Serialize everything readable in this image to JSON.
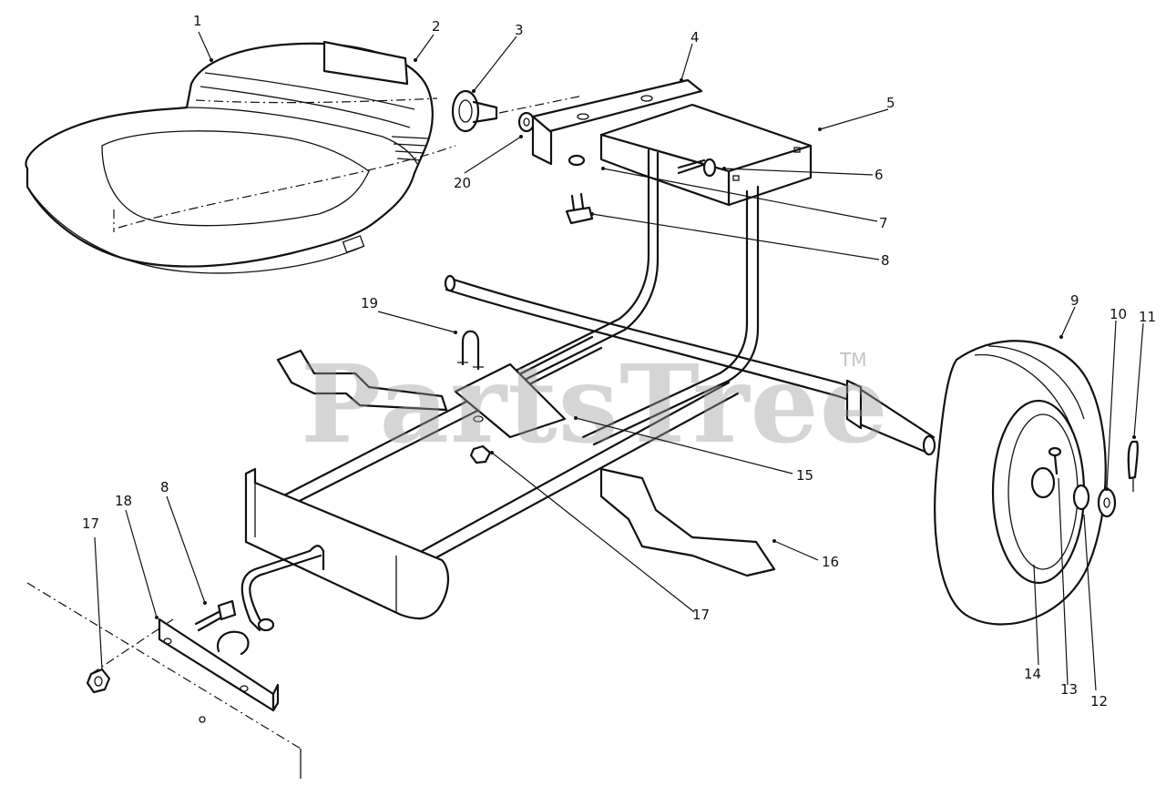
{
  "watermark": {
    "text": "PartsTree",
    "trademark": "TM"
  },
  "callouts": [
    {
      "id": "c1",
      "label": "1"
    },
    {
      "id": "c2",
      "label": "2"
    },
    {
      "id": "c3",
      "label": "3"
    },
    {
      "id": "c4",
      "label": "4"
    },
    {
      "id": "c5",
      "label": "5"
    },
    {
      "id": "c6",
      "label": "6"
    },
    {
      "id": "c7",
      "label": "7"
    },
    {
      "id": "c8a",
      "label": "8"
    },
    {
      "id": "c9",
      "label": "9"
    },
    {
      "id": "c10",
      "label": "10"
    },
    {
      "id": "c11",
      "label": "11"
    },
    {
      "id": "c12",
      "label": "12"
    },
    {
      "id": "c13",
      "label": "13"
    },
    {
      "id": "c14",
      "label": "14"
    },
    {
      "id": "c15",
      "label": "15"
    },
    {
      "id": "c16",
      "label": "16"
    },
    {
      "id": "c17a",
      "label": "17"
    },
    {
      "id": "c17b",
      "label": "17"
    },
    {
      "id": "c18",
      "label": "18"
    },
    {
      "id": "c8b",
      "label": "8"
    },
    {
      "id": "c19",
      "label": "19"
    },
    {
      "id": "c20",
      "label": "20"
    }
  ]
}
